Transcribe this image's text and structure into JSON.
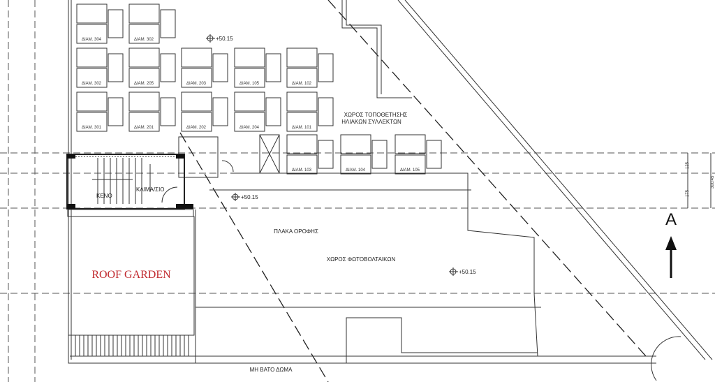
{
  "tanks": [
    {
      "label": "ΔΙΑΜ. 304"
    },
    {
      "label": "ΔΙΑΜ. 302"
    },
    {
      "label": "ΔΙΑΜ. 302"
    },
    {
      "label": "ΔΙΑΜ. 205"
    },
    {
      "label": "ΔΙΑΜ. 203"
    },
    {
      "label": "ΔΙΑΜ. 105"
    },
    {
      "label": "ΔΙΑΜ. 102"
    },
    {
      "label": "ΔΙΑΜ. 301"
    },
    {
      "label": "ΔΙΑΜ. 201"
    },
    {
      "label": "ΔΙΑΜ. 202"
    },
    {
      "label": "ΔΙΑΜ. 204"
    },
    {
      "label": "ΔΙΑΜ. 101"
    },
    {
      "label": "ΔΙΑΜ. 103"
    },
    {
      "label": "ΔΙΑΜ. 104"
    },
    {
      "label": "ΔΙΑΜ. 105"
    }
  ],
  "elevations": [
    "+50.15",
    "+50.15",
    "+50.15"
  ],
  "rooms": {
    "collectors_line1": "ΧΩΡΟΣ ΤΟΠΟΘΕΤΗΣΗΣ",
    "collectors_line2": "ΗΛΙΑΚΩΝ ΣΥΛΛΕΚΤΩΝ",
    "void": "ΚΕΝΟ",
    "ac": "ΚΛΙΜΑ/ΣΙΟ",
    "roof_slab": "ΠΛΑΚΑ ΟΡΟΦΗΣ",
    "photovoltaics": "ΧΩΡΟΣ ΦΩΤΟΒΟΛΤΑΙΚΩΝ",
    "roof_garden": "ROOF GARDEN",
    "non_walkable": "ΜΗ ΒΑΤΟ ΔΩΜΑ"
  },
  "section_marker": "A",
  "dimensions": {
    "d1": "125",
    "d2": "175",
    "total": "300.45"
  }
}
